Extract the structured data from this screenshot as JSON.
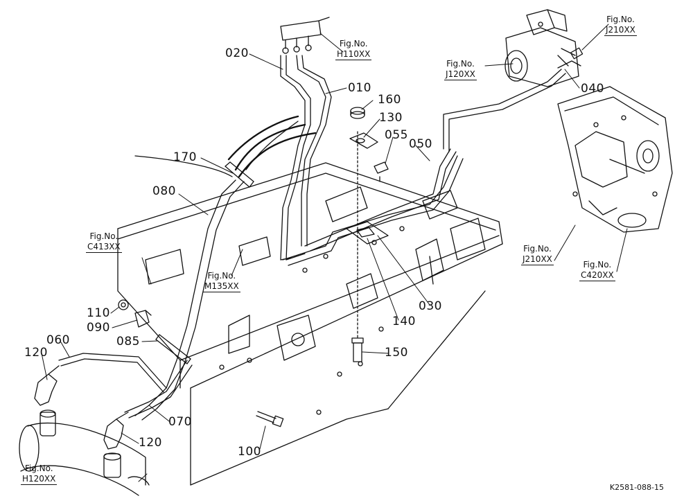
{
  "parts": [
    {
      "id": "010",
      "label": "010"
    },
    {
      "id": "020",
      "label": "020"
    },
    {
      "id": "030",
      "label": "030"
    },
    {
      "id": "040",
      "label": "040"
    },
    {
      "id": "050",
      "label": "050"
    },
    {
      "id": "055",
      "label": "055"
    },
    {
      "id": "060",
      "label": "060"
    },
    {
      "id": "070",
      "label": "070"
    },
    {
      "id": "080",
      "label": "080"
    },
    {
      "id": "085",
      "label": "085"
    },
    {
      "id": "090",
      "label": "090"
    },
    {
      "id": "100",
      "label": "100"
    },
    {
      "id": "110",
      "label": "110"
    },
    {
      "id": "120a",
      "label": "120"
    },
    {
      "id": "120b",
      "label": "120"
    },
    {
      "id": "130",
      "label": "130"
    },
    {
      "id": "140",
      "label": "140"
    },
    {
      "id": "150",
      "label": "150"
    },
    {
      "id": "160",
      "label": "160"
    },
    {
      "id": "170",
      "label": "170"
    }
  ],
  "figure_refs": [
    {
      "id": "h110",
      "line1": "Fig.No.",
      "line2": "H110XX"
    },
    {
      "id": "j120",
      "line1": "Fig.No.",
      "line2": "J120XX"
    },
    {
      "id": "j210top",
      "line1": "Fig.No.",
      "line2": "J210XX"
    },
    {
      "id": "c413",
      "line1": "Fig.No.",
      "line2": "C413XX"
    },
    {
      "id": "m135",
      "line1": "Fig.No.",
      "line2": "M135XX"
    },
    {
      "id": "j210mid",
      "line1": "Fig.No.",
      "line2": "J210XX"
    },
    {
      "id": "c420",
      "line1": "Fig.No.",
      "line2": "C420XX"
    },
    {
      "id": "h120",
      "line1": "Fig.No.",
      "line2": "H120XX"
    }
  ],
  "drawing_code": "K2581-088-15"
}
